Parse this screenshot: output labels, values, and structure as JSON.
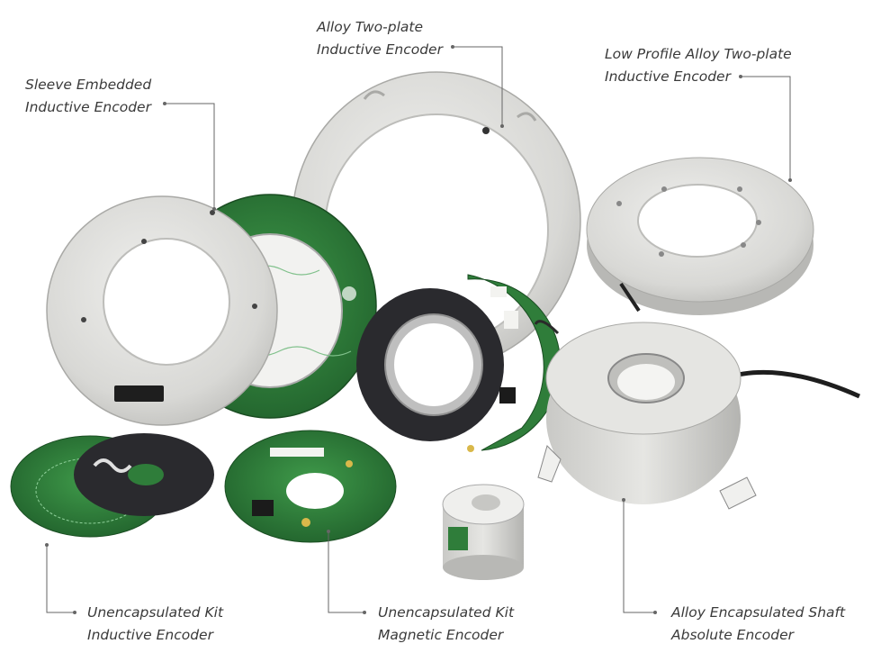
{
  "labels": {
    "sleeve": {
      "line1": "Sleeve Embedded",
      "line2": "Inductive Encoder"
    },
    "alloy_two_plate": {
      "line1": "Alloy Two-plate",
      "line2": "Inductive Encoder"
    },
    "low_profile": {
      "line1": "Low Profile Alloy Two-plate",
      "line2": "Inductive Encoder"
    },
    "kit_inductive": {
      "line1": "Unencapsulated Kit",
      "line2": "Inductive Encoder"
    },
    "kit_magnetic": {
      "line1": "Unencapsulated Kit",
      "line2": "Magnetic Encoder"
    },
    "shaft_absolute": {
      "line1": "Alloy Encapsulated Shaft",
      "line2": "Absolute Encoder"
    }
  },
  "colors": {
    "text": "#3a3a3a",
    "leader": "#666666",
    "alloy": "#d9d9d6",
    "pcb_green": "#2f7d3a",
    "black_disc": "#2a2a2e"
  }
}
